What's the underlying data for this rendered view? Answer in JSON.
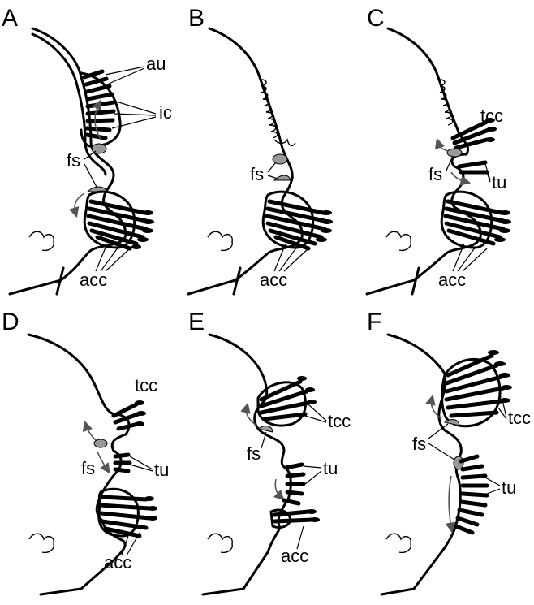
{
  "panels": [
    {
      "letter": "A",
      "labels": {
        "au": "au",
        "ic": "ic",
        "fs": "fs",
        "acc": "acc"
      }
    },
    {
      "letter": "B",
      "labels": {
        "fs": "fs",
        "acc": "acc"
      }
    },
    {
      "letter": "C",
      "labels": {
        "tcc": "tcc",
        "fs": "fs",
        "tu": "tu",
        "acc": "acc"
      }
    },
    {
      "letter": "D",
      "labels": {
        "tcc": "tcc",
        "fs": "fs",
        "tu": "tu",
        "acc": "acc"
      }
    },
    {
      "letter": "E",
      "labels": {
        "tcc": "tcc",
        "fs": "fs",
        "tu": "tu",
        "acc": "acc"
      }
    },
    {
      "letter": "F",
      "labels": {
        "tcc": "tcc",
        "fs": "fs",
        "tu": "tu"
      }
    }
  ],
  "colors": {
    "line": "#000000",
    "fold_shading": "#999999",
    "arrow": "#555555",
    "background": "#ffffff"
  }
}
